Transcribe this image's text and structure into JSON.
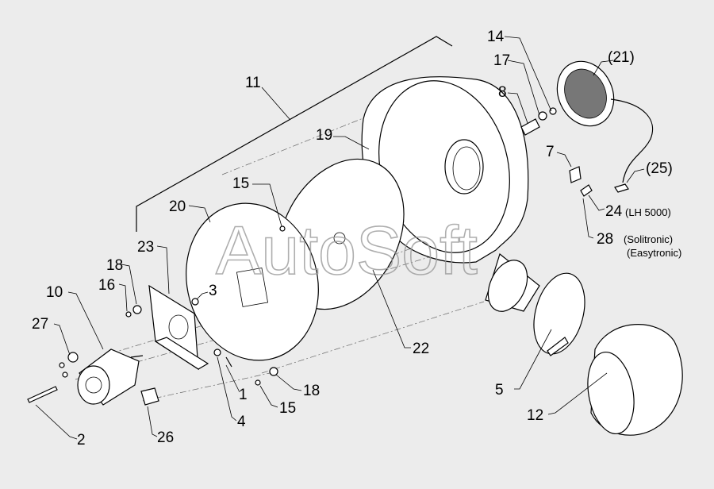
{
  "watermark": "AutoSoft",
  "callouts": {
    "c11": "11",
    "c14": "14",
    "c17": "17",
    "c21": "(21)",
    "c8": "8",
    "c19": "19",
    "c7": "7",
    "c25": "(25)",
    "c15a": "15",
    "c20": "20",
    "c24": "24",
    "c24_note": "(LH 5000)",
    "c28": "28",
    "c28_note1": "(Solitronic)",
    "c28_note2": "(Easytronic)",
    "c23": "23",
    "c18a": "18",
    "c16": "16",
    "c3": "3",
    "c10": "10",
    "c27": "27",
    "c22": "22",
    "c5": "5",
    "c1": "1",
    "c18b": "18",
    "c15b": "15",
    "c4": "4",
    "c2": "2",
    "c26": "26",
    "c12": "12"
  }
}
